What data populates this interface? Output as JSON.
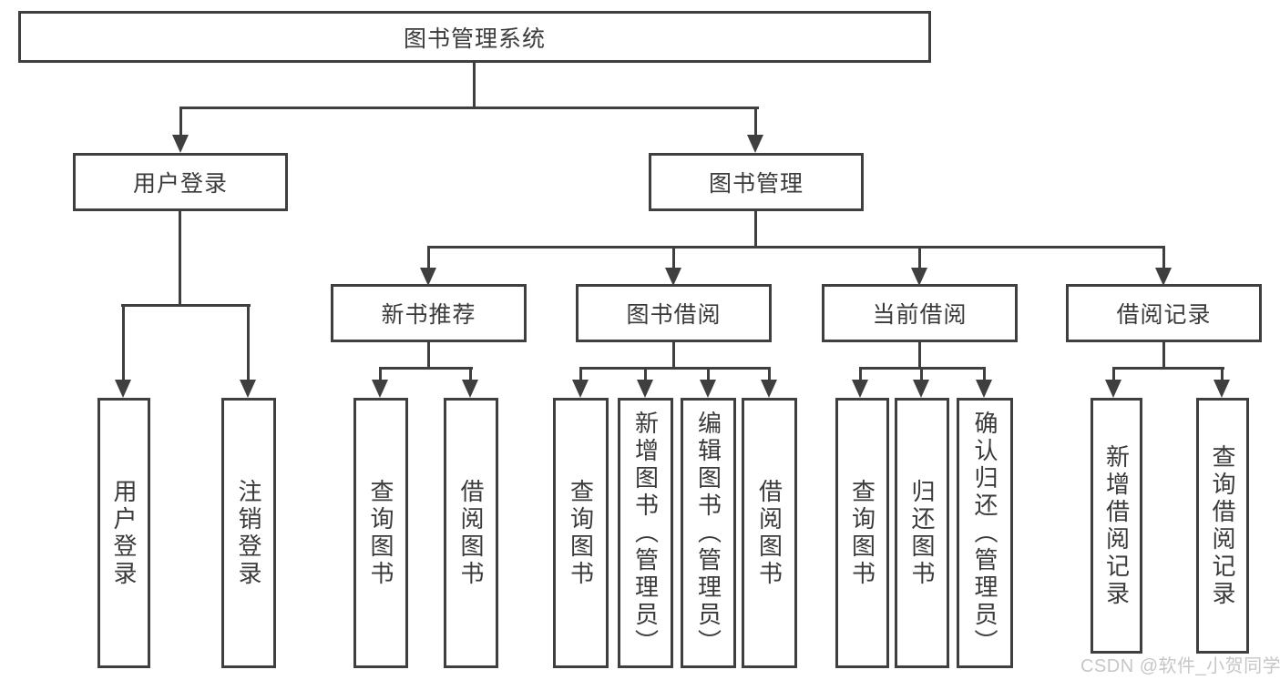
{
  "diagram": {
    "root": {
      "label": "图书管理系统"
    },
    "branches": [
      {
        "label": "用户登录",
        "children": [
          {
            "label": "用户登录"
          },
          {
            "label": "注销登录"
          }
        ]
      },
      {
        "label": "图书管理",
        "children": [
          {
            "label": "新书推荐",
            "children": [
              {
                "label": "查询图书"
              },
              {
                "label": "借阅图书"
              }
            ]
          },
          {
            "label": "图书借阅",
            "children": [
              {
                "label": "查询图书"
              },
              {
                "label": "新增图书（管理员）"
              },
              {
                "label": "编辑图书（管理员）"
              },
              {
                "label": "借阅图书"
              }
            ]
          },
          {
            "label": "当前借阅",
            "children": [
              {
                "label": "查询图书"
              },
              {
                "label": "归还图书"
              },
              {
                "label": "确认归还（管理员）"
              }
            ]
          },
          {
            "label": "借阅记录",
            "children": [
              {
                "label": "新增借阅记录"
              },
              {
                "label": "查询借阅记录"
              }
            ]
          }
        ]
      }
    ]
  },
  "watermark": {
    "text": "CSDN @软件_小贺同学"
  },
  "colors": {
    "line": "#3f3f3f",
    "text": "#3a3a3a",
    "background": "#ffffff",
    "watermark": "#c6c6c6"
  }
}
